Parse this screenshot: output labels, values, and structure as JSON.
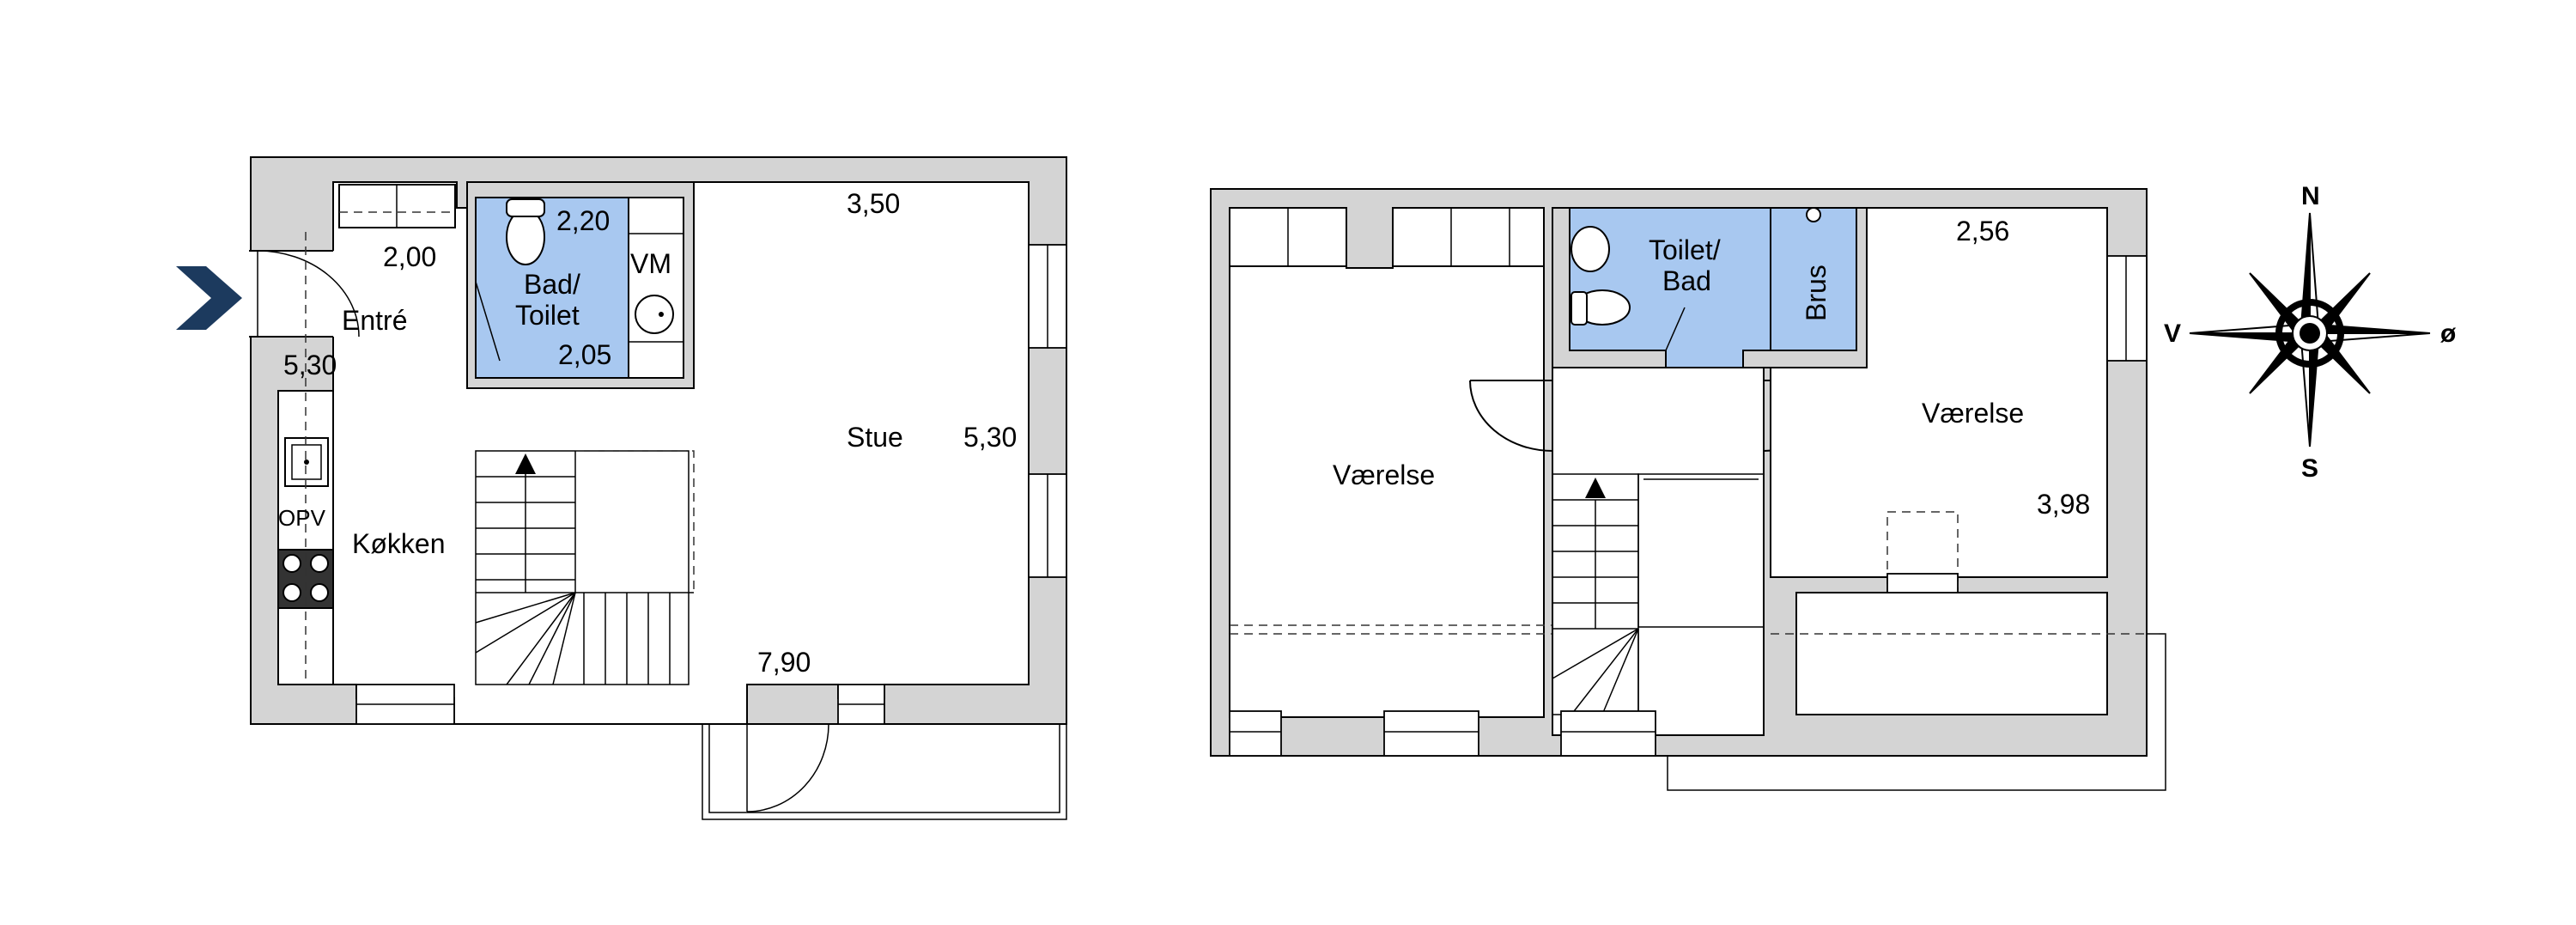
{
  "ground_floor": {
    "rooms": {
      "entre": "Entré",
      "bad_line1": "Bad/",
      "bad_line2": "Toilet",
      "vm": "VM",
      "stue": "Stue",
      "opv": "OPV",
      "kokken": "Køkken"
    },
    "dimensions": {
      "entre_width": "2,00",
      "entre_depth": "5,30",
      "bad_width": "2,20",
      "bad_depth": "2,05",
      "stue_width": "3,50",
      "stue_depth": "5,30",
      "total_width": "7,90"
    }
  },
  "upper_floor": {
    "rooms": {
      "vaerelse_left": "Værelse",
      "toilet_line1": "Toilet/",
      "toilet_line2": "Bad",
      "brus": "Brus",
      "vaerelse_right": "Værelse"
    },
    "dimensions": {
      "vaerelse_width": "2,56",
      "vaerelse_depth": "3,98"
    }
  },
  "compass": {
    "north": "N",
    "south": "S",
    "west": "V",
    "east": "ø"
  },
  "colors": {
    "wall": "#d4d4d4",
    "wet_room": "#a8c8f0",
    "entrance_arrow": "#1c3a5e"
  }
}
